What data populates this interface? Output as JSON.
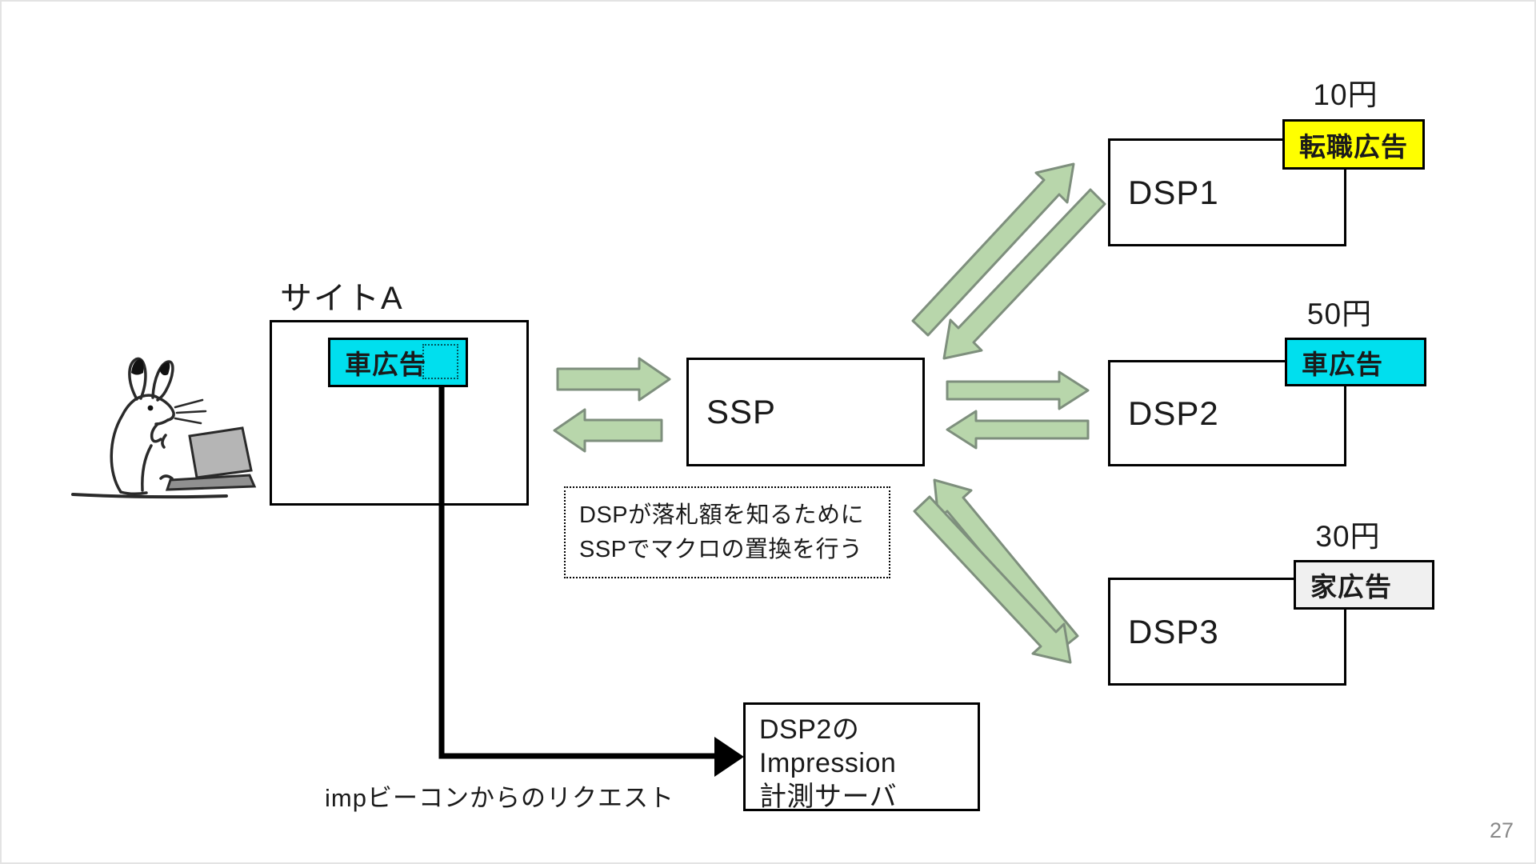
{
  "page": {
    "number": "27"
  },
  "site": {
    "label": "サイトA",
    "ad_label": "車広告"
  },
  "ssp": {
    "label": "SSP"
  },
  "note": {
    "line1": "DSPが落札額を知るために",
    "line2": "SSPでマクロの置換を行う"
  },
  "dsps": [
    {
      "name": "DSP1",
      "price": "10円",
      "ad_label": "転職広告",
      "ad_color": "#ffff00"
    },
    {
      "name": "DSP2",
      "price": "50円",
      "ad_label": "車広告",
      "ad_color": "#00dfee"
    },
    {
      "name": "DSP3",
      "price": "30円",
      "ad_label": "家広告",
      "ad_color": "#f0f0f0"
    }
  ],
  "measurement_server": {
    "line1": "DSP2の",
    "line2": "Impression",
    "line3": "計測サーバ"
  },
  "beacon_label": "impビーコンからのリクエスト",
  "icons": {
    "rabbit": "rabbit-laptop-illustration"
  },
  "colors": {
    "arrow_fill": "#b8d6ab",
    "arrow_stroke": "#7e8f7d",
    "ad_cyan": "#00dfee",
    "ad_yellow": "#ffff00",
    "ad_gray": "#f0f0f0",
    "connector_black": "#000000",
    "page_number_gray": "#888888"
  }
}
